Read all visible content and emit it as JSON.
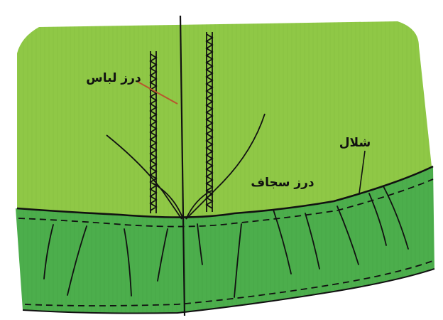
{
  "labels": {
    "garment_seam": "درز لباس",
    "cuff_seam": "درز سجاف",
    "ruffle": "شلال"
  },
  "colors": {
    "background": "#ffffff",
    "upper_fabric": "#8fc846",
    "cuff_fabric": "#4cae4c",
    "ink": "#111111",
    "pointer": "#b8562e"
  }
}
